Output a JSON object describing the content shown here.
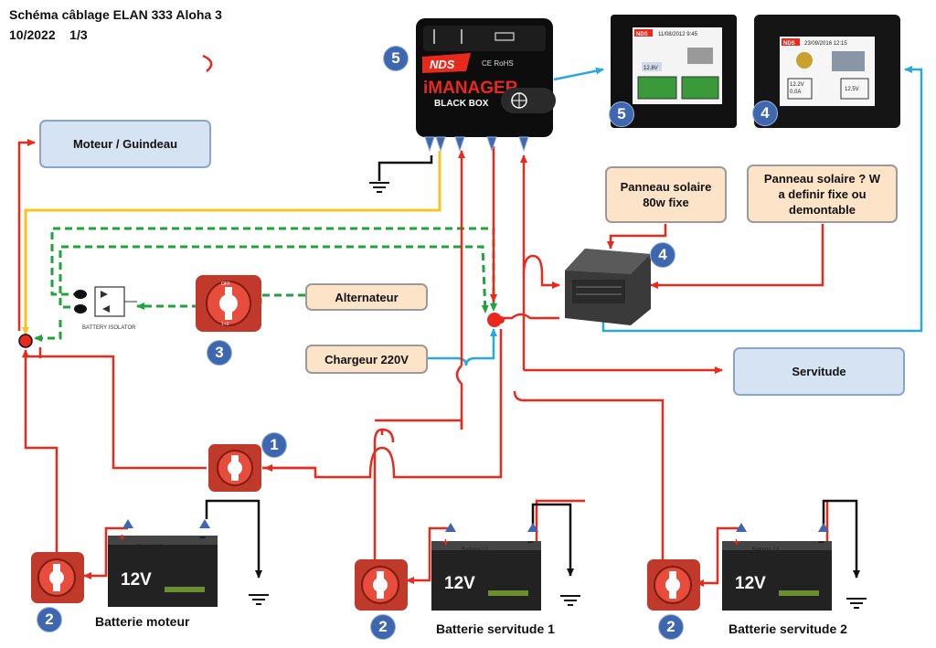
{
  "title": {
    "line1": "Schéma câblage ELAN 333 Aloha 3",
    "line2": "10/2022    1/3"
  },
  "boxes": {
    "moteur_guindeau": "Moteur  / Guindeau",
    "alternateur": "Alternateur",
    "chargeur": "Chargeur 220V",
    "panneau_80w_line1": "Panneau solaire",
    "panneau_80w_line2": "80w fixe",
    "panneau_w_line1": "Panneau solaire ? W",
    "panneau_w_line2": "a definir fixe ou",
    "panneau_w_line3": "demontable",
    "servitude": "Servitude"
  },
  "captions": {
    "batterie_moteur": "Batterie moteur",
    "batterie_servitude_1": "Batterie servitude 1",
    "batterie_servitude_2": "Batterie servitude 2"
  },
  "badges": {
    "imanager": "5",
    "display_imanager": "5",
    "display_regulator": "4",
    "regulator": "4",
    "switch_123": "3",
    "switch_1": "1",
    "switch_2_moteur": "2",
    "switch_2_serv1": "2",
    "switch_2_serv2": "2"
  },
  "imanager": {
    "brand": "NDS",
    "name": "iMANAGER",
    "subname": "BLACK BOX",
    "marks": "CE RoHS"
  },
  "isolator_label": "BATTERY ISOLATOR",
  "switch_labels": {
    "off": "OFF",
    "both": "1+2"
  },
  "displays": {
    "imanager_screen": {
      "brand": "NDS",
      "date": "11/08/2012 9:45",
      "voltage": "12.8V"
    },
    "regulator_screen": {
      "brand": "NDS",
      "date": "23/09/2016 12:15",
      "voltage_left": "12.2V",
      "current_left": "0.0A",
      "voltage_right": "12.5V"
    }
  },
  "battery": {
    "label": "Batterie 12",
    "voltage": "12V",
    "plus": "+",
    "minus": "−"
  },
  "colors": {
    "positive_wire": "#e8291c",
    "negative_wire": "#111111",
    "data_wire": "#29a8e0",
    "sense_wire": "#f5c422",
    "alternator_wire": "#1fa33a",
    "badge": "#3f67b0"
  }
}
